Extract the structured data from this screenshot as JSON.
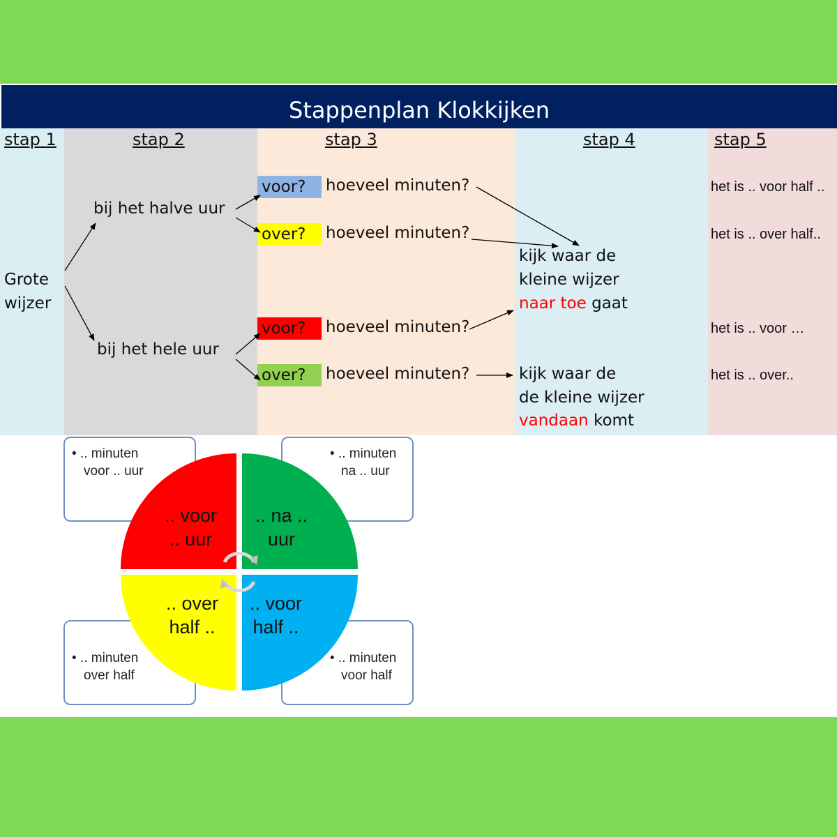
{
  "title": "Stappenplan Klokkijken",
  "headers": [
    "stap 1",
    "stap 2",
    "stap 3",
    "stap 4",
    "stap 5"
  ],
  "step1": {
    "line1": "Grote",
    "line2": "wijzer"
  },
  "step2": {
    "halve": "bij het halve uur",
    "hele": "bij het hele uur"
  },
  "step3": {
    "tags": [
      "voor?",
      "over?",
      "voor?",
      "over?"
    ],
    "question": "hoeveel minuten?"
  },
  "step4": {
    "a_line1": "kijk waar de",
    "a_line2": "kleine wijzer",
    "a_red": "naar toe",
    "a_rest": " gaat",
    "b_line1": "kijk waar de",
    "b_line2": "de kleine wijzer",
    "b_red": "vandaan",
    "b_rest": " komt"
  },
  "step5": [
    "het is .. voor half ..",
    "het is .. over half..",
    "het is .. voor …",
    "het is .. over.."
  ],
  "cycle": {
    "q_red_l1": ".. voor",
    "q_red_l2": ".. uur",
    "q_green_l1": ".. na ..",
    "q_green_l2": "uur",
    "q_yellow_l1": ".. over",
    "q_yellow_l2": "half ..",
    "q_blue_l1": ".. voor",
    "q_blue_l2": "half ..",
    "box_tl_l1": "• .. minuten",
    "box_tl_l2": "voor .. uur",
    "box_tr_l1": "• .. minuten",
    "box_tr_l2": "na .. uur",
    "box_bl_l1": "• .. minuten",
    "box_bl_l2": "over half",
    "box_br_l1": "• .. minuten",
    "box_br_l2": "voor half"
  },
  "colors": {
    "green_band": "#7ed957",
    "title_bar": "#002060",
    "tag_blue": "#8eb4e3",
    "tag_yellow": "#ffff00",
    "tag_red": "#ff0000",
    "tag_green": "#92d050",
    "q_red": "#ff0000",
    "q_green": "#00b050",
    "q_yellow": "#ffff00",
    "q_blue": "#00b0f0"
  }
}
